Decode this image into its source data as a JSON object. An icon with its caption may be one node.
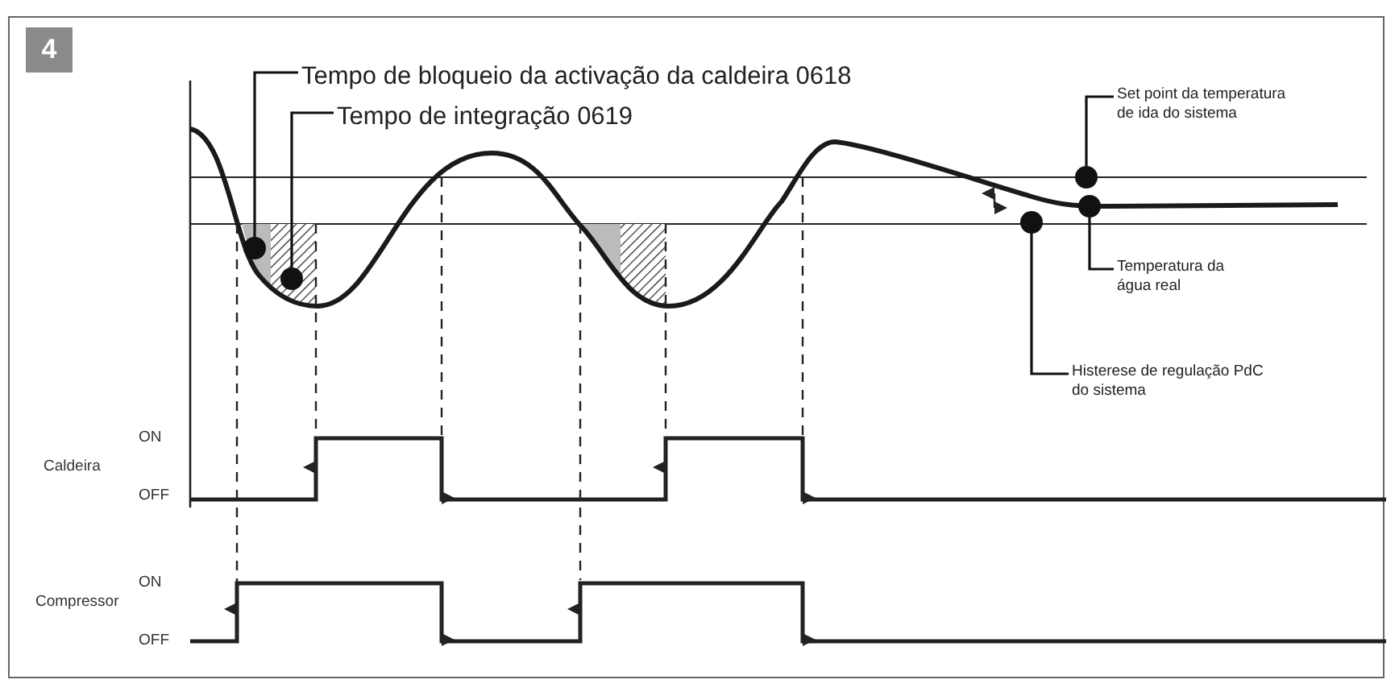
{
  "diagram": {
    "nodes": [
      {
        "text": [
          "4"
        ]
      },
      {
        "text": [
          "Tempo de bloqueio da activação da caldeira 0618"
        ]
      },
      {
        "text": [
          "Tempo de integração 0619"
        ]
      },
      {
        "text": [
          "Set point da temperatura de ida do sistema"
        ]
      },
      {
        "text": [
          "Temperatura da água real"
        ]
      },
      {
        "text": [
          "Histerese de regulação PdC do sistema"
        ]
      },
      {
        "text": [],
        "shape": "circle"
      },
      {
        "text": [],
        "shape": "circle"
      },
      {
        "text": [],
        "shape": "circle"
      },
      {
        "text": [],
        "shape": "circle"
      },
      {
        "text": [],
        "shape": "circle"
      }
    ],
    "edges": [
      {
        "from": 1,
        "to": 6,
        "arrow": "none"
      },
      {
        "from": 2,
        "to": 7,
        "arrow": "none"
      },
      {
        "from": 3,
        "to": 8,
        "arrow": "none"
      },
      {
        "from": 4,
        "to": 9,
        "arrow": "none"
      },
      {
        "from": 5,
        "to": 10,
        "arrow": "none"
      }
    ],
    "labels": [
      "Caldeira",
      "ON",
      "OFF",
      "Compressor",
      "ON",
      "OFF"
    ]
  }
}
